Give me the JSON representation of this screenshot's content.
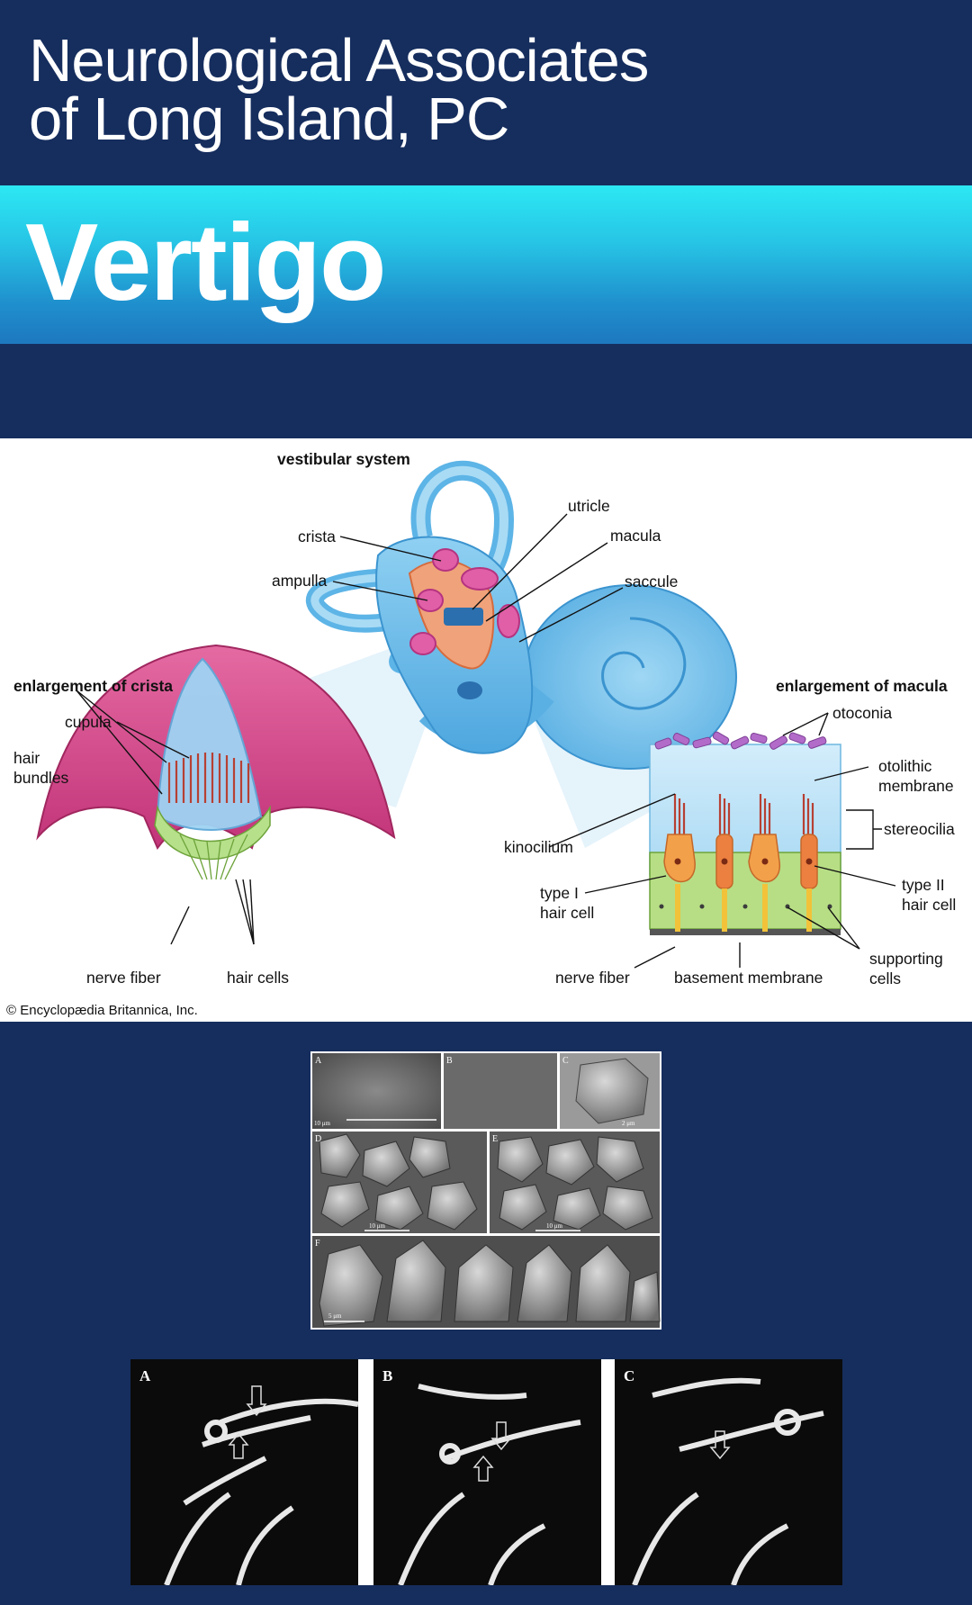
{
  "header": {
    "line1": "Neurological Associates",
    "line2": "of Long Island, PC"
  },
  "title": "Vertigo",
  "colors": {
    "navy": "#162e5e",
    "cyan": "#2ce8f3",
    "blue": "#1e78bf",
    "crista_pink": "#d9478c",
    "endolymph_blue": "#5db4e6",
    "hair_cell_orange": "#e8823e",
    "support_green": "#a9d36b"
  },
  "diagram": {
    "heading": "vestibular system",
    "labels": {
      "crista": "crista",
      "ampulla": "ampulla",
      "utricle": "utricle",
      "macula": "macula",
      "saccule": "saccule",
      "enlargement_crista": "enlargement of crista",
      "enlargement_macula": "enlargement of macula",
      "cupula": "cupula",
      "hair_bundles_1": "hair",
      "hair_bundles_2": "bundles",
      "nerve_fiber_left": "nerve fiber",
      "hair_cells": "hair cells",
      "otoconia": "otoconia",
      "otolithic_1": "otolithic",
      "otolithic_2": "membrane",
      "stereocilia": "stereocilia",
      "kinocilium": "kinocilium",
      "type1_1": "type I",
      "type1_2": "hair cell",
      "type2_1": "type II",
      "type2_2": "hair cell",
      "supporting_1": "supporting",
      "supporting_2": "cells",
      "nerve_fiber_right": "nerve fiber",
      "basement_membrane": "basement membrane"
    },
    "credit": "© Encyclopædia Britannica, Inc."
  },
  "sem": {
    "panels": [
      "A",
      "B",
      "C",
      "D",
      "E",
      "F"
    ],
    "scales": [
      "10 μm",
      "2 μm",
      "10 μm",
      "10 μm",
      "5 μm"
    ]
  },
  "mri": {
    "panels": [
      "A",
      "B",
      "C"
    ]
  }
}
